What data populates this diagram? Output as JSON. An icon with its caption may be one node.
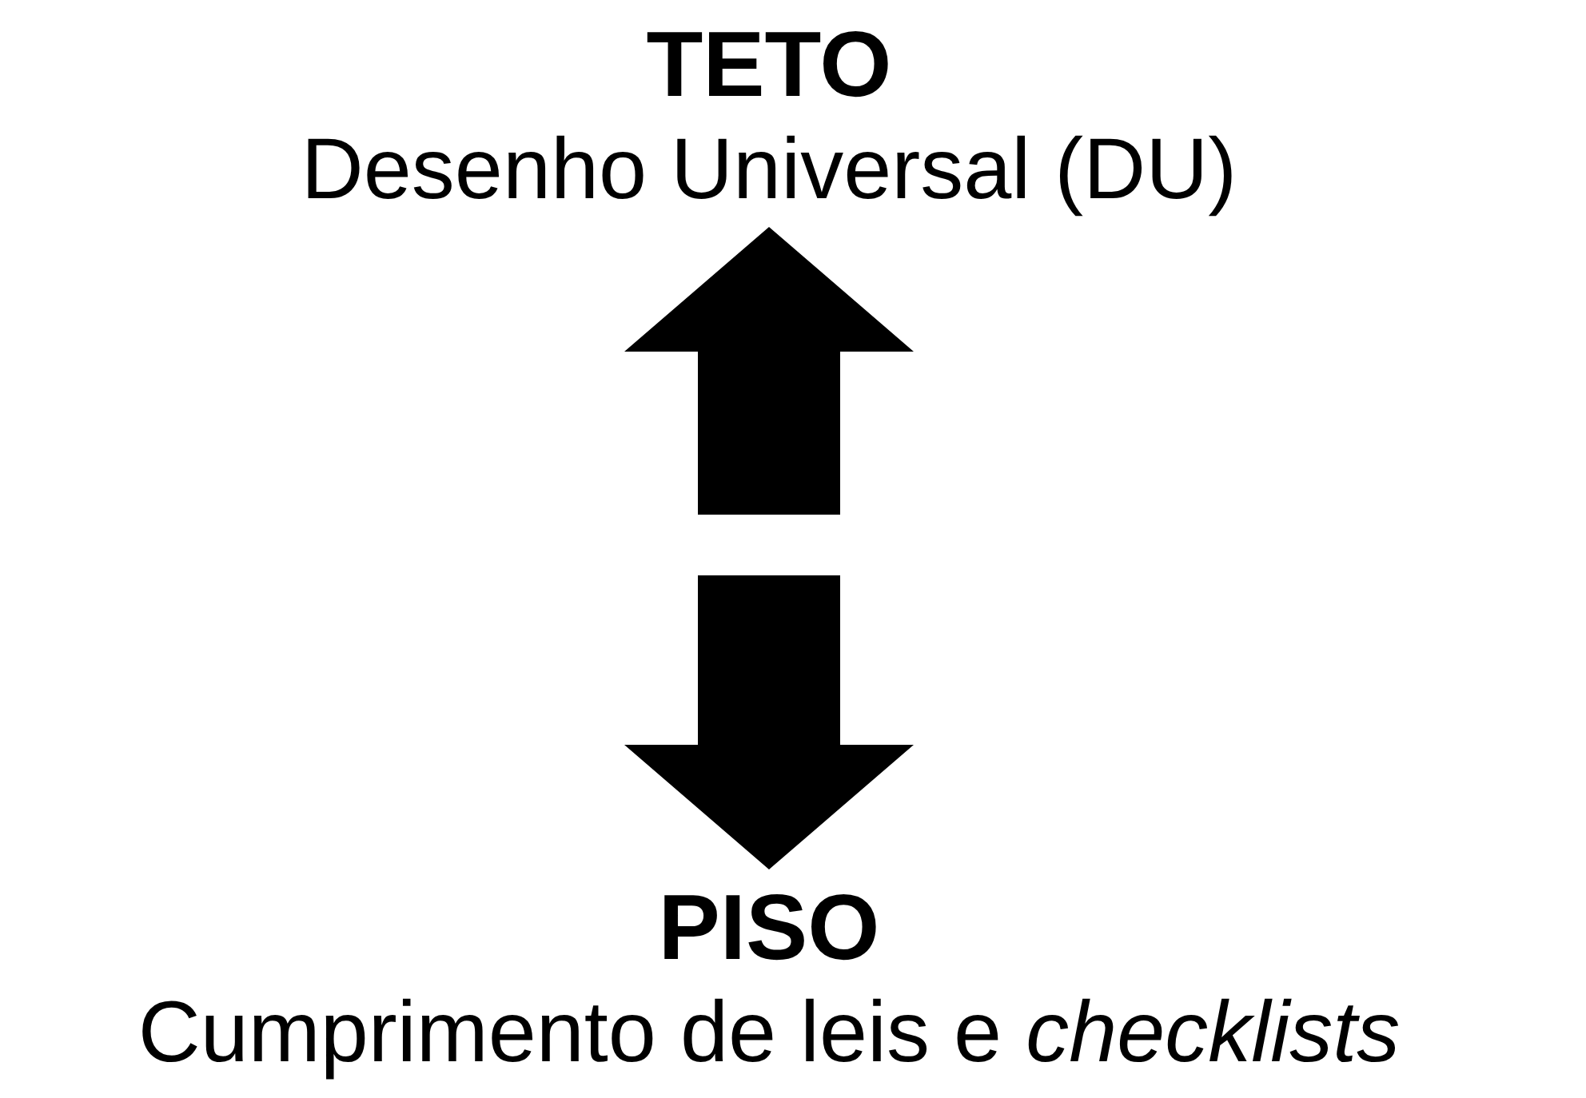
{
  "diagram": {
    "nodes": [
      {
        "text": [
          "TETO",
          "Desenho Universal (DU)"
        ]
      },
      {
        "text": [
          "PISO",
          "Cumprimento de leis e *checklists*"
        ]
      }
    ],
    "edges": [
      {
        "from": null,
        "to": 0,
        "arrow": "to",
        "style": "thick"
      },
      {
        "from": null,
        "to": 1,
        "arrow": "to",
        "style": "thick"
      }
    ]
  }
}
